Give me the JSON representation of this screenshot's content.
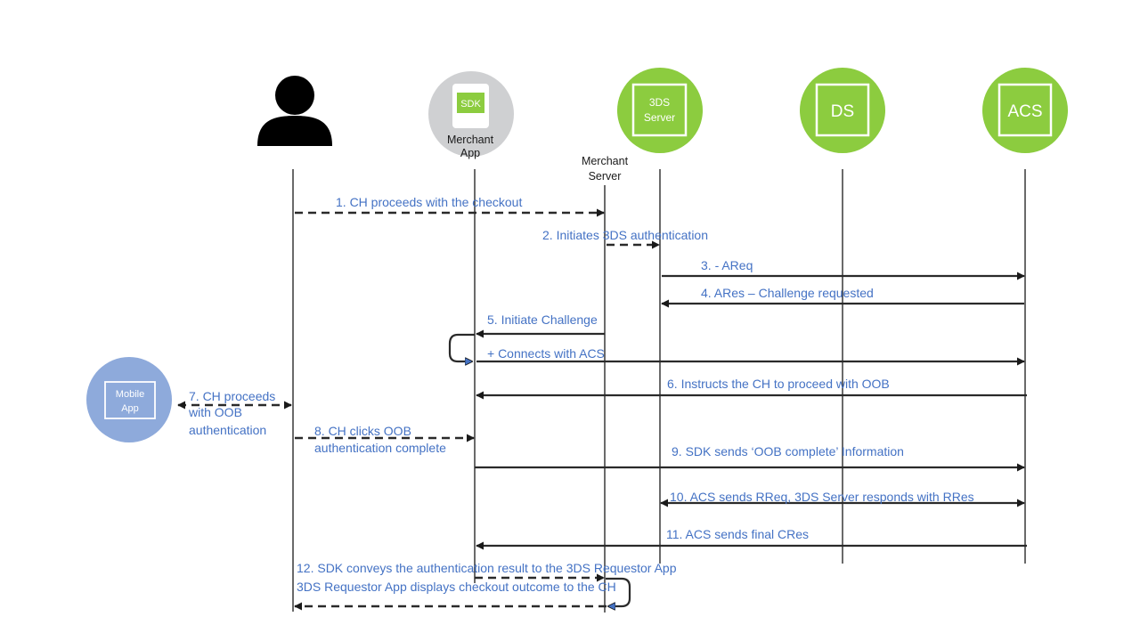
{
  "participants": {
    "merchant_app": {
      "sdk": "SDK",
      "line1": "Merchant",
      "line2": "App"
    },
    "merchant_server": {
      "line1": "Merchant",
      "line2": "Server"
    },
    "threeds_server": {
      "line1": "3DS",
      "line2": "Server"
    },
    "ds": {
      "label": "DS"
    },
    "acs": {
      "label": "ACS"
    },
    "mobile_app": {
      "line1": "Mobile",
      "line2": "App"
    }
  },
  "messages": {
    "m1": "1. CH proceeds with the checkout",
    "m2": "2. Initiates 3DS authentication",
    "m3": "3. - AReq",
    "m4": "4. ARes – Challenge requested",
    "m5": "5. Initiate Challenge",
    "m5b": "+ Connects with ACS",
    "m6": "6. Instructs the CH to proceed with OOB",
    "m7_1": "7. CH proceeds",
    "m7_2": "with OOB",
    "m7_3": "authentication",
    "m8_1": "8. CH clicks OOB",
    "m8_2": "authentication complete",
    "m9": "9. SDK sends ‘OOB complete’ Information",
    "m10": "10. ACS sends RReq, 3DS Server responds with RRes",
    "m11": "11. ACS sends final CRes",
    "m12_1": "12. SDK conveys the authentication result to the 3DS Requestor App",
    "m12_2": "3DS Requestor App displays checkout outcome to the CH"
  },
  "colors": {
    "message_text": "#4472c4",
    "green": "#8ccc3f",
    "grey": "#cfd0d2",
    "mobile_blue": "#8eaadb",
    "line": "#1a1a1a"
  }
}
